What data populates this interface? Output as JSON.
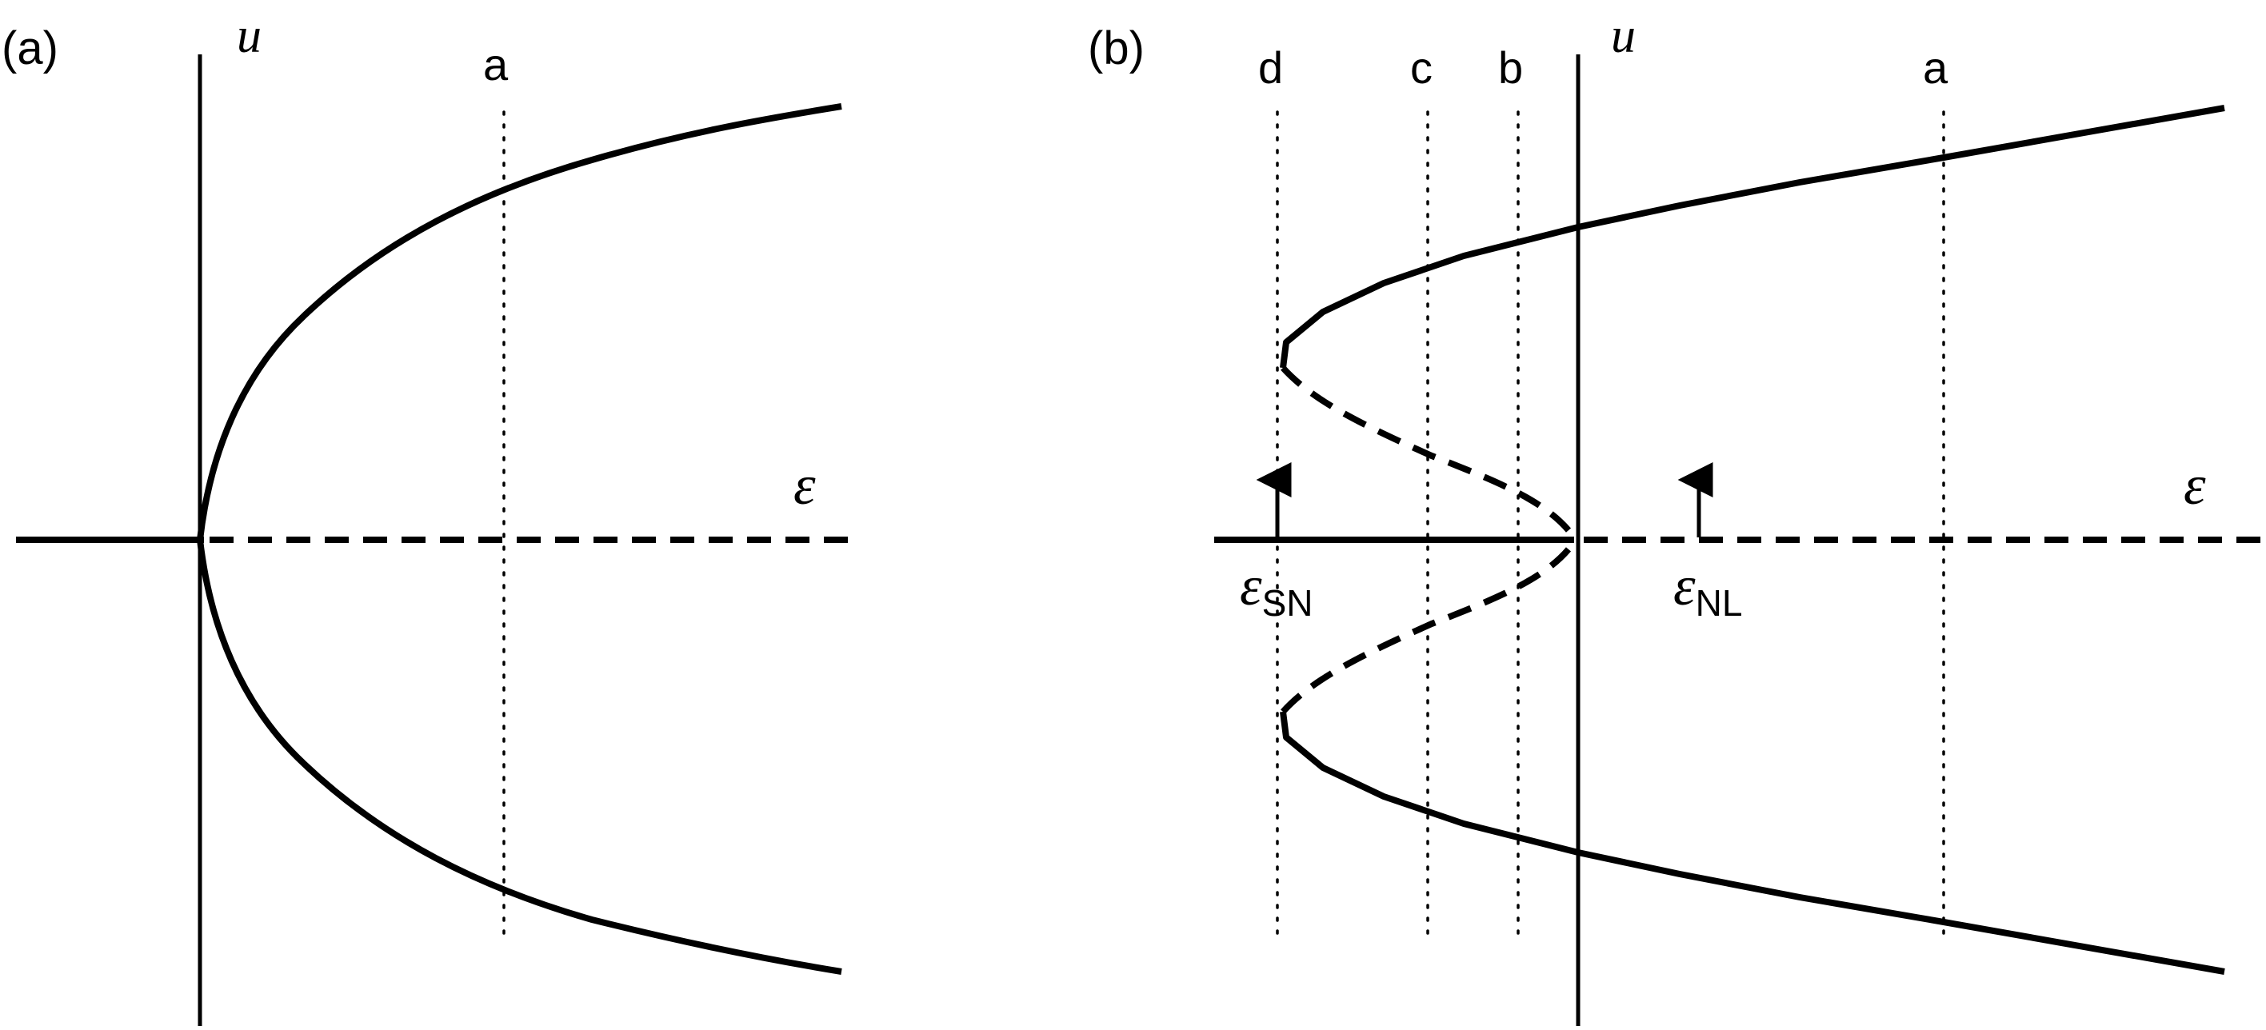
{
  "panel_a": {
    "label": "(a)",
    "vertical_axis_label": "u",
    "horizontal_axis_label": "ε",
    "guide_labels": [
      "a"
    ]
  },
  "panel_b": {
    "label": "(b)",
    "vertical_axis_label": "u",
    "horizontal_axis_label": "ε",
    "guide_labels": [
      "d",
      "c",
      "b",
      "a"
    ],
    "marker_sn": {
      "symbol": "ε",
      "subscript": "SN"
    },
    "marker_nl": {
      "symbol": "ε",
      "subscript": "NL"
    }
  }
}
